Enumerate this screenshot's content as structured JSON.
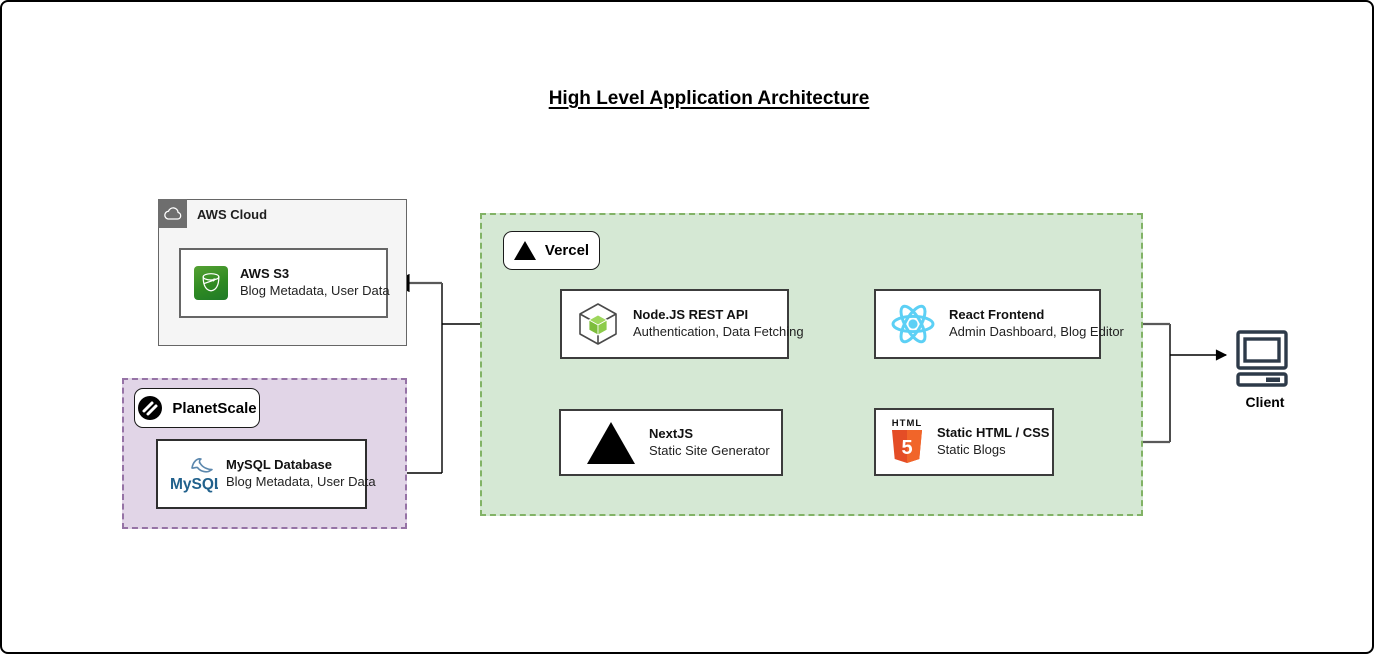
{
  "title": "High Level Application Architecture",
  "groups": {
    "aws": {
      "label": "AWS Cloud"
    },
    "planetscale": {
      "label": "PlanetScale"
    },
    "vercel": {
      "label": "Vercel"
    }
  },
  "nodes": {
    "s3": {
      "title": "AWS S3",
      "subtitle": "Blog Metadata, User Data"
    },
    "mysql": {
      "title": "MySQL Database",
      "subtitle": "Blog Metadata, User Data",
      "logo_text": "MySQL"
    },
    "nodejs": {
      "title": "Node.JS REST API",
      "subtitle": "Authentication, Data Fetching"
    },
    "react": {
      "title": "React Frontend",
      "subtitle": "Admin Dashboard, Blog Editor"
    },
    "nextjs": {
      "title": "NextJS",
      "subtitle": "Static Site Generator"
    },
    "html": {
      "title": "Static HTML / CSS",
      "subtitle": "Static Blogs",
      "badge_top": "HTML",
      "badge_number": "5"
    },
    "client": {
      "label": "Client"
    }
  },
  "icons": {
    "aws": "cloud",
    "s3": "bucket",
    "planetscale": "striped-circle",
    "vercel": "black-triangle",
    "nodejs": "wireframe-cube-green-core",
    "react": "atom",
    "nextjs": "black-triangle",
    "html": "html5-shield",
    "mysql": "dolphin-wordmark",
    "client": "desktop-monitor"
  },
  "colors": {
    "aws_fill": "#f5f5f5",
    "aws_border": "#666666",
    "planetscale_fill": "#e1d5e7",
    "planetscale_border": "#9673a6",
    "vercel_fill": "#d5e8d4",
    "vercel_border": "#82b366",
    "s3_green": "#2f8a22",
    "react_blue": "#5cd0f5",
    "html5_orange": "#e44d26",
    "mysql_blue": "#21618c",
    "client_dark": "#2d3a49",
    "edge_black": "#000000",
    "edge_gray": "#595959"
  }
}
